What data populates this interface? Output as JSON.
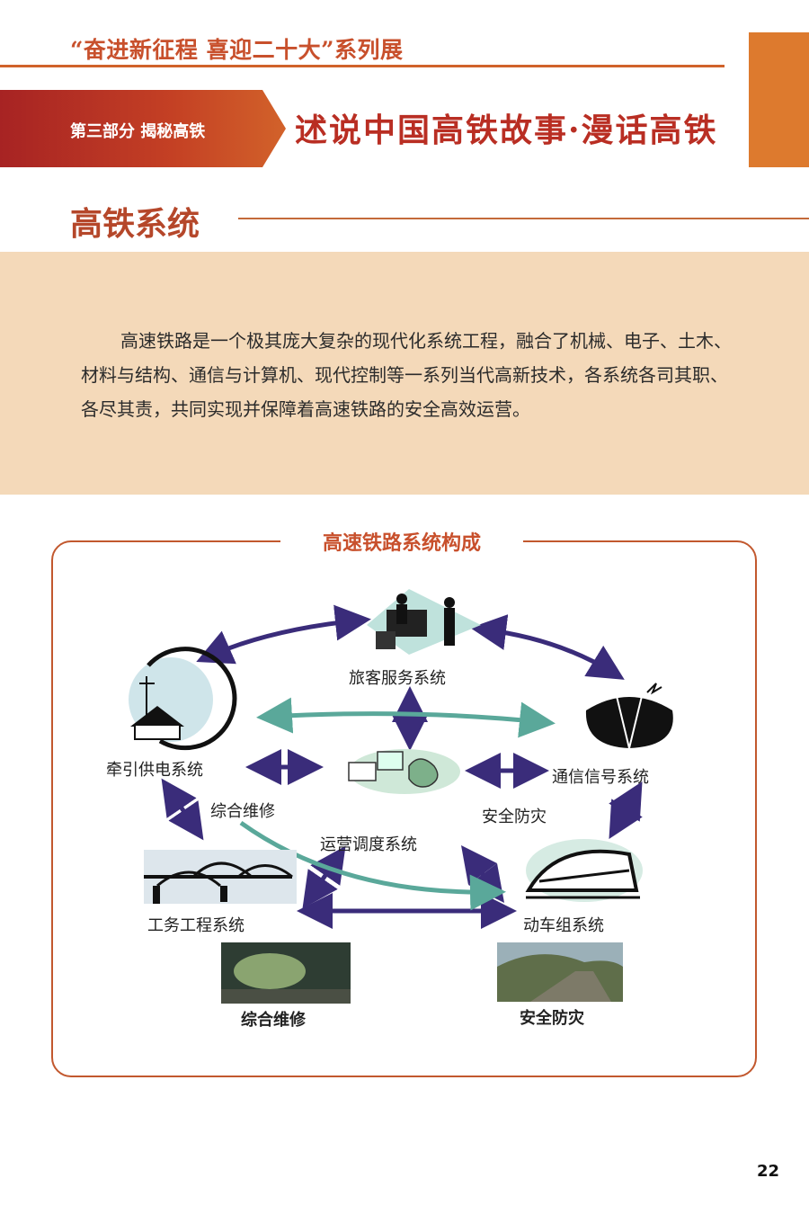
{
  "header": {
    "exhibit_title": "“奋进新征程  喜迎二十大”系列展",
    "part_label": "第三部分  揭秘高铁",
    "part_subtitle": "述说中国高铁故事·漫话高铁"
  },
  "section": {
    "title": "高铁系统",
    "intro": "高速铁路是一个极其庞大复杂的现代化系统工程，融合了机械、电子、土木、材料与结构、通信与计算机、现代控制等一系列当代高新技术，各系统各司其职、各尽其责，共同实现并保障着高速铁路的安全高效运营。"
  },
  "diagram": {
    "title": "高速铁路系统构成",
    "nodes": {
      "passenger": "旅客服务系统",
      "traction": "牵引供电系统",
      "signal": "通信信号系统",
      "maintenance_link": "综合维修",
      "safety_link": "安全防灾",
      "dispatch": "运营调度系统",
      "civil": "工务工程系统",
      "emu": "动车组系统",
      "maintenance_photo": "综合维修",
      "safety_photo": "安全防灾"
    }
  },
  "page_number": "22",
  "colors": {
    "accent_orange": "#dd7a2e",
    "banner_red": "#a72323",
    "panel_beige": "#f4d9b9",
    "arrow_purple": "#3a2c7a",
    "arrow_teal": "#5aa89a"
  }
}
